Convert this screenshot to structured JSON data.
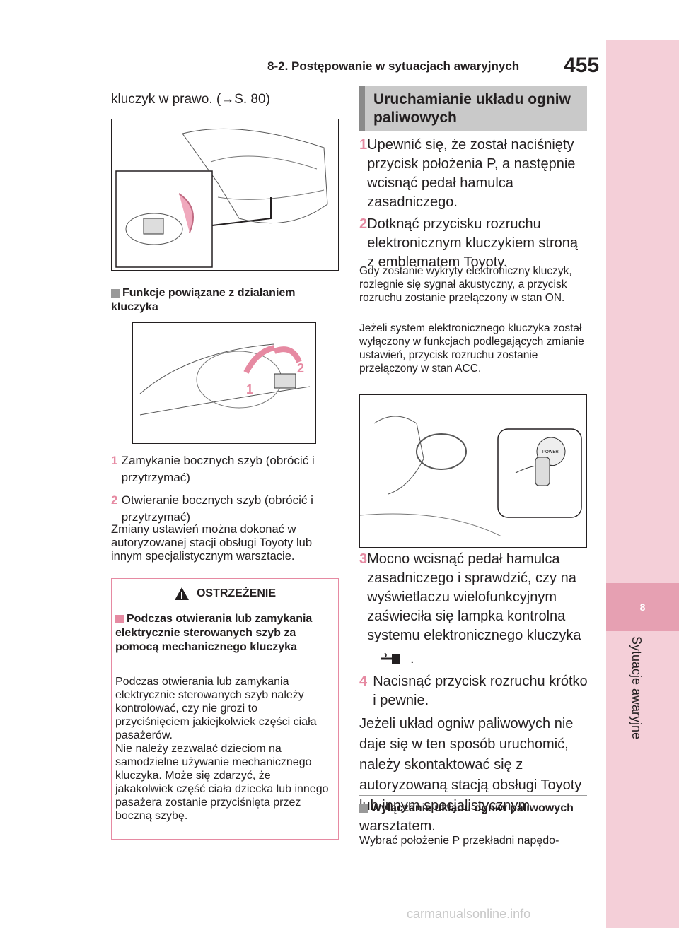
{
  "header": {
    "section": "8-2. Postępowanie w sytuacjach awaryjnych",
    "page_number": "455"
  },
  "sidebar": {
    "chapter_number": "8",
    "chapter_title": "Sytuacje awaryjne"
  },
  "left": {
    "intro": "kluczyk w prawo. (→S. 80)",
    "sub1_title": "Funkcje powiązane z działaniem kluczyka",
    "fig2_labels": [
      "1",
      "2"
    ],
    "items": [
      {
        "num": "1",
        "text": "Zamykanie bocznych szyb (obrócić i przytrzymać)"
      },
      {
        "num": "2",
        "text": "Otwieranie bocznych szyb (obrócić i przytrzymać)"
      }
    ],
    "note": "Zmiany ustawień można dokonać w autoryzowanej stacji obsługi Toyoty lub innym specjalistycznym warsztacie."
  },
  "warning": {
    "title": "OSTRZEŻENIE",
    "heading": "Podczas otwierania lub zamykania elektrycznie sterowanych szyb za pomocą mechanicznego kluczyka",
    "body1": "Podczas otwierania lub zamykania elektrycznie sterowanych szyb należy kontrolować, czy nie grozi to przyciśnięciem jakiejkolwiek części ciała pasażerów.",
    "body2": "Nie należy zezwalać dzieciom na samodzielne używanie mechanicznego kluczyka. Może się zdarzyć, że jakakolwiek część ciała dziecka lub innego pasażera zostanie przyciśnięta przez boczną szybę."
  },
  "right": {
    "section_title": "Uruchamianie układu ogniw paliwowych",
    "steps": [
      {
        "num": "1",
        "text": "Upewnić się, że został naciśnięty przycisk położenia P, a następnie wcisnąć pedał hamulca zasadniczego."
      },
      {
        "num": "2",
        "text": "Dotknąć przycisku rozruchu elektronicznym kluczykiem stroną z emblematem Toyoty."
      }
    ],
    "para1": "Gdy zostanie wykryty elektroniczny kluczyk, rozlegnie się sygnał akustyczny, a przycisk rozruchu zostanie przełączony w stan ON.",
    "para2": "Jeżeli system elektronicznego kluczyka został wyłączony w funkcjach podlegających zmianie ustawień, przycisk rozruchu zostanie przełączony w stan ACC.",
    "fig_power_label": "POWER",
    "steps2": [
      {
        "num": "3",
        "text": "Mocno wcisnąć pedał hamulca zasadniczego i sprawdzić, czy na wyświetlaczu wielofunkcyjnym zaświeciła się lampka kontrolna systemu elektronicznego kluczyka"
      },
      {
        "num": "4",
        "text": "Nacisnąć przycisk rozruchu krótko i pewnie."
      }
    ],
    "step3_suffix": ".",
    "para3": "Jeżeli układ ogniw paliwowych nie daje się w ten sposób uruchomić, należy skontaktować się z autoryzowaną stacją obsługi Toyoty lub innym specjalistycznym warsztatem.",
    "sub2_title": "Wyłączanie układu ogniw paliwowych",
    "sub2_text": "Wybrać położenie P przekładni napędo-"
  },
  "footer": "carmanualsonline.info"
}
